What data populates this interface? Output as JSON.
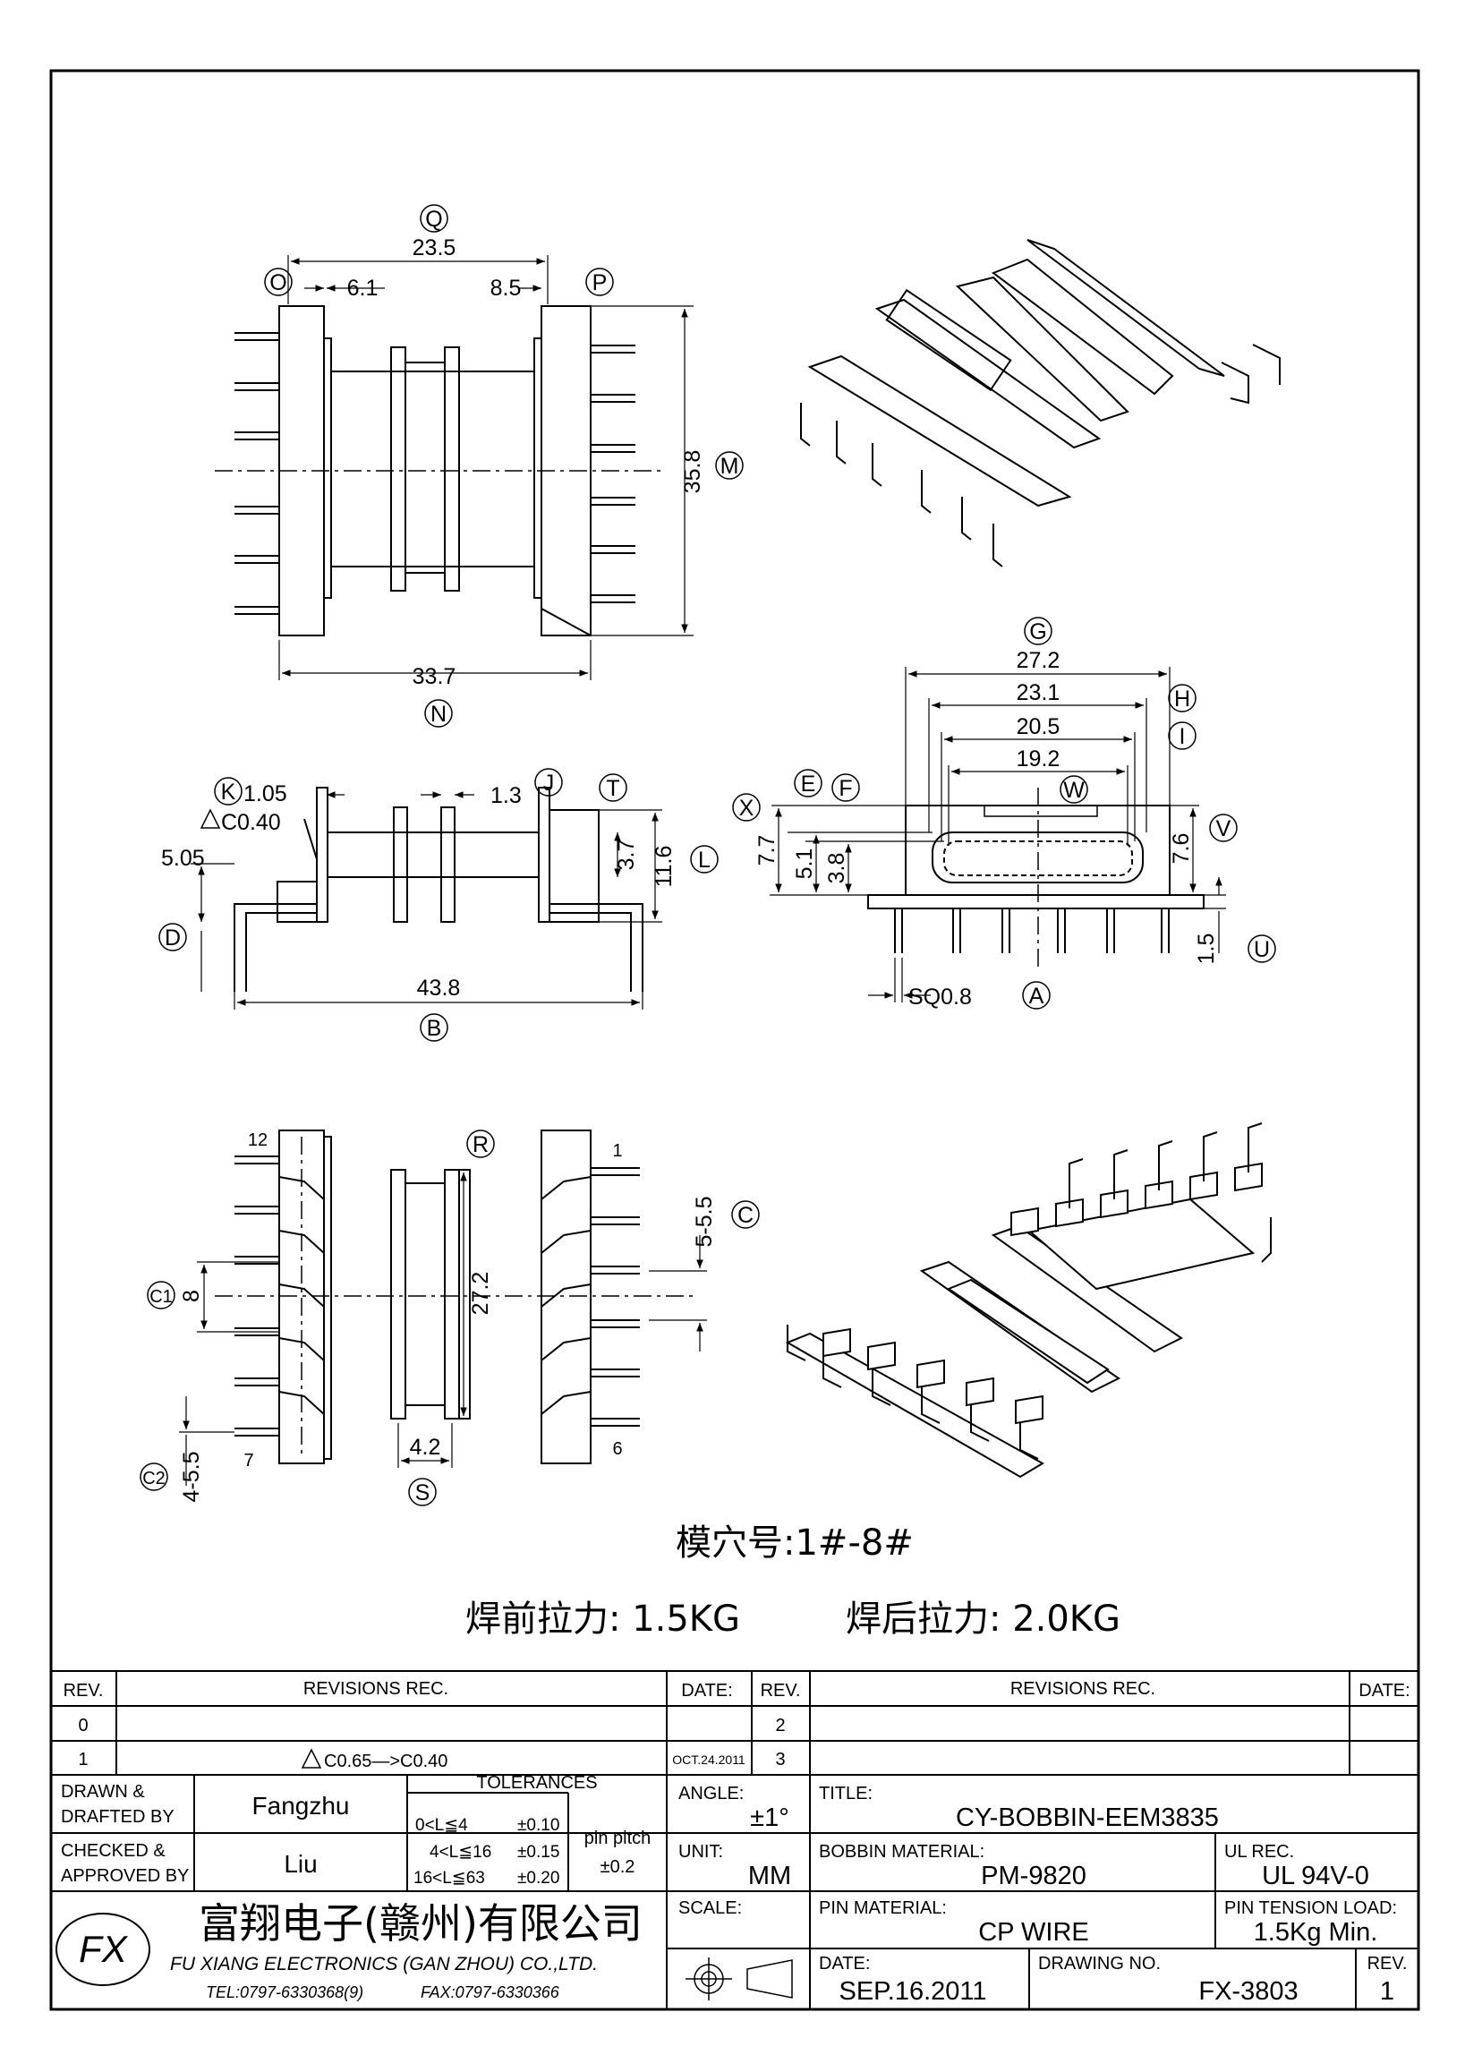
{
  "dimensions": {
    "top_view": [
      {
        "letter": "Q",
        "value": "23.5"
      },
      {
        "letter": "O",
        "value": "6.1"
      },
      {
        "letter": "P",
        "value": "8.5"
      },
      {
        "letter": "M",
        "value": "35.8"
      },
      {
        "letter": "N",
        "value": "33.7"
      }
    ],
    "side_view": [
      {
        "letter": "K",
        "value": "1.05"
      },
      {
        "letter": "",
        "value": "C0.40"
      },
      {
        "letter": "J",
        "value": "1.3"
      },
      {
        "letter": "T",
        "value": "3.7"
      },
      {
        "letter": "L",
        "value": "11.6"
      },
      {
        "letter": "",
        "value": "5.05"
      },
      {
        "letter": "D",
        "value": ""
      },
      {
        "letter": "B",
        "value": "43.8"
      }
    ],
    "end_view": [
      {
        "letter": "G",
        "value": "27.2"
      },
      {
        "letter": "H",
        "value": "23.1"
      },
      {
        "letter": "I",
        "value": "20.5"
      },
      {
        "letter": "W",
        "value": "19.2"
      },
      {
        "letter": "E",
        "value": "7.7"
      },
      {
        "letter": "F",
        "value": "5.1"
      },
      {
        "letter": "X",
        "value": "3.8"
      },
      {
        "letter": "V",
        "value": "7.6"
      },
      {
        "letter": "U",
        "value": "1.5"
      },
      {
        "letter": "A",
        "value": "SQ0.8"
      }
    ],
    "bottom_view": [
      {
        "letter": "R",
        "value": "27.2"
      },
      {
        "letter": "C",
        "value": "5-5.5"
      },
      {
        "letter": "C1",
        "value": "8"
      },
      {
        "letter": "C2",
        "value": "4-5.5"
      },
      {
        "letter": "S",
        "value": "4.2"
      }
    ],
    "pin_numbers": {
      "pin_12": "12",
      "pin_1": "1",
      "pin_7": "7",
      "pin_6": "6"
    }
  },
  "notes": {
    "cavity": "模穴号:1#-8#",
    "pull_before": "焊前拉力: 1.5KG",
    "pull_after": "焊后拉力: 2.0KG"
  },
  "title_block": {
    "rev_header": "REV.",
    "revisions_header": "REVISIONS   REC.",
    "date_header": "DATE:",
    "rev_rows_left": [
      {
        "rev": "0",
        "text": "",
        "date": ""
      },
      {
        "rev": "1",
        "text": "C0.65—>C0.40",
        "date": "OCT.24.2011"
      }
    ],
    "rev_rows_right": [
      {
        "rev": "2",
        "text": "",
        "date": ""
      },
      {
        "rev": "3",
        "text": "",
        "date": ""
      }
    ],
    "drawn_label_1": "DRAWN  &",
    "drawn_label_2": "DRAFTED  BY",
    "drawn_by": "Fangzhu",
    "checked_label_1": "CHECKED  &",
    "checked_label_2": "APPROVED  BY",
    "checked_by": "Liu",
    "tolerances_header": "TOLERANCES",
    "tolerances": [
      {
        "range": "0<L≦4",
        "tol": "±0.10"
      },
      {
        "range": "4<L≦16",
        "tol": "±0.15"
      },
      {
        "range": "16<L≦63",
        "tol": "±0.20"
      }
    ],
    "pin_pitch_label": "pin  pitch",
    "pin_pitch_tol": "±0.2",
    "angle_label": "ANGLE:",
    "angle_value": "±1°",
    "unit_label": "UNIT:",
    "unit_value": "MM",
    "scale_label": "SCALE:",
    "title_label": "TITLE:",
    "title_value": "CY-BOBBIN-EEM3835",
    "bobbin_material_label": "BOBBIN  MATERIAL:",
    "bobbin_material_value": "PM-9820",
    "ul_rec_label": "UL  REC.",
    "ul_rec_value": "UL  94V-0",
    "pin_material_label": "PIN  MATERIAL:",
    "pin_material_value": "CP  WIRE",
    "pin_tension_label": "PIN  TENSION  LOAD:",
    "pin_tension_value": "1.5Kg  Min.",
    "date_label": "DATE:",
    "date_value": "SEP.16.2011",
    "drawing_no_label": "DRAWING  NO.",
    "drawing_no_value": "FX-3803",
    "rev_label": "REV.",
    "rev_value": "1",
    "company_cn": "富翔电子(赣州)有限公司",
    "company_en": "FU  XIANG  ELECTRONICS  (GAN  ZHOU)  CO.,LTD.",
    "tel": "TEL:0797-6330368(9)",
    "fax": "FAX:0797-6330366",
    "logo_text": "FX"
  }
}
